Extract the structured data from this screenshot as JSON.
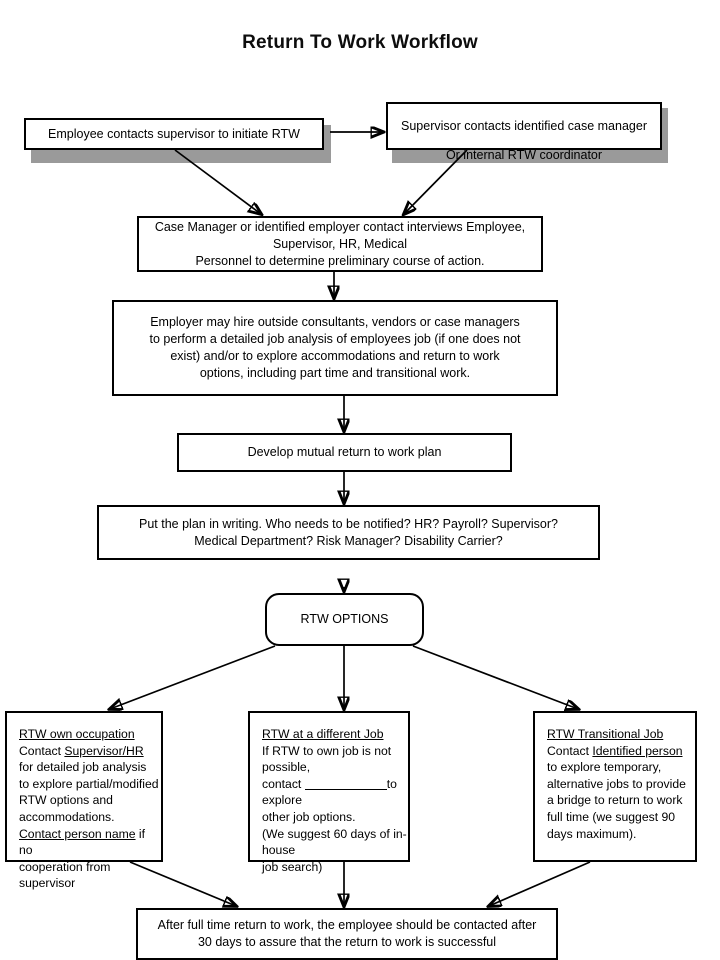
{
  "title": "Return To Work Workflow",
  "nodes": {
    "employee_initiate": "Employee contacts supervisor to initiate RTW",
    "supervisor_contacts": "Supervisor contacts identified case manager",
    "supervisor_contacts_overflow": "Or internal RTW coordinator",
    "case_manager_interviews": "Case Manager or identified employer contact interviews Employee, Supervisor, HR, Medical\nPersonnel to determine preliminary course of action.",
    "case_manager_interviews_lines": [
      "Case Manager or identified employer contact interviews Employee,",
      "Supervisor, HR, Medical",
      "Personnel to determine preliminary course of action."
    ],
    "employer_may_hire_lines": [
      "Employer may hire outside consultants, vendors or case managers",
      "to perform a detailed job analysis of employees job (if one does not",
      "exist) and/or to explore accommodations and return to work",
      "options, including part time and transitional work."
    ],
    "develop_plan": "Develop mutual return to work plan",
    "put_in_writing_lines": [
      "Put the plan in writing.  Who needs to be notified?  HR?  Payroll?  Supervisor?",
      "Medical Department?  Risk Manager?  Disability Carrier?"
    ],
    "rtw_options": "RTW OPTIONS",
    "follow_up_lines": [
      "After full time return to work, the employee should be contacted after",
      "30 days to assure that the return to work is successful"
    ]
  },
  "options": {
    "own_occupation": {
      "heading": "RTW own occupation",
      "line2_pre": "Contact ",
      "line2_underlined": "Supervisor/HR",
      "line3": "for detailed job analysis",
      "line4": "to explore partial/modified",
      "line5": "RTW options and",
      "line6": "accommodations.",
      "line7_underlined": "Contact person name",
      "line7_post": " if no",
      "line8": "cooperation from supervisor"
    },
    "different_job": {
      "heading": "RTW at a different Job",
      "line2": "If RTW to own job is not possible,",
      "line3_pre": "contact ",
      "line3_post": "to explore",
      "line4": "other job options.",
      "line5": "(We suggest 60 days of in-house",
      "line6": "job search)"
    },
    "transitional_job": {
      "heading": "RTW Transitional Job",
      "line2_pre": "Contact ",
      "line2_underlined": "Identified person",
      "line3": "to explore temporary,",
      "line4": "alternative jobs to provide",
      "line5": "a bridge to return to work",
      "line6": "full time (we suggest 90",
      "line7": "days maximum)."
    }
  },
  "colors": {
    "stroke": "#000000",
    "shadow": "#9a9a9a",
    "background": "#ffffff",
    "text": "#000000"
  }
}
